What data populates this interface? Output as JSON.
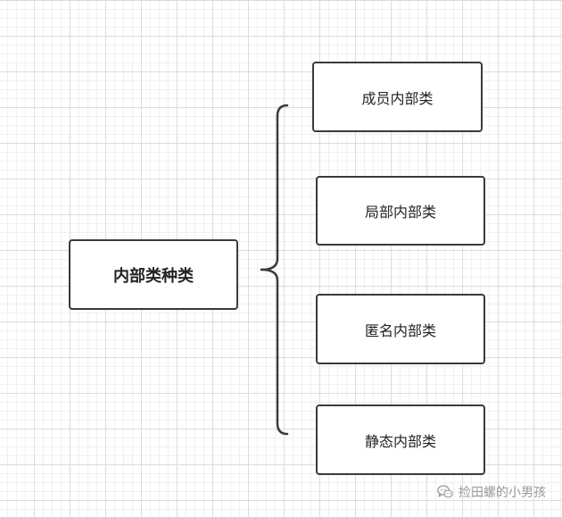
{
  "diagram": {
    "root": {
      "label": "内部类种类"
    },
    "children": [
      {
        "label": "成员内部类"
      },
      {
        "label": "局部内部类"
      },
      {
        "label": "匿名内部类"
      },
      {
        "label": "静态内部类"
      }
    ],
    "connector": {
      "type": "curly-brace",
      "color": "#3a3a3a"
    }
  },
  "watermark": {
    "icon": "wechat-icon",
    "text": "捡田螺的小男孩"
  },
  "colors": {
    "background": "#ffffff",
    "grid": "#dcdcdc",
    "node_border": "#3a3a3a",
    "text": "#222222",
    "watermark_text": "#9a9a9a"
  }
}
